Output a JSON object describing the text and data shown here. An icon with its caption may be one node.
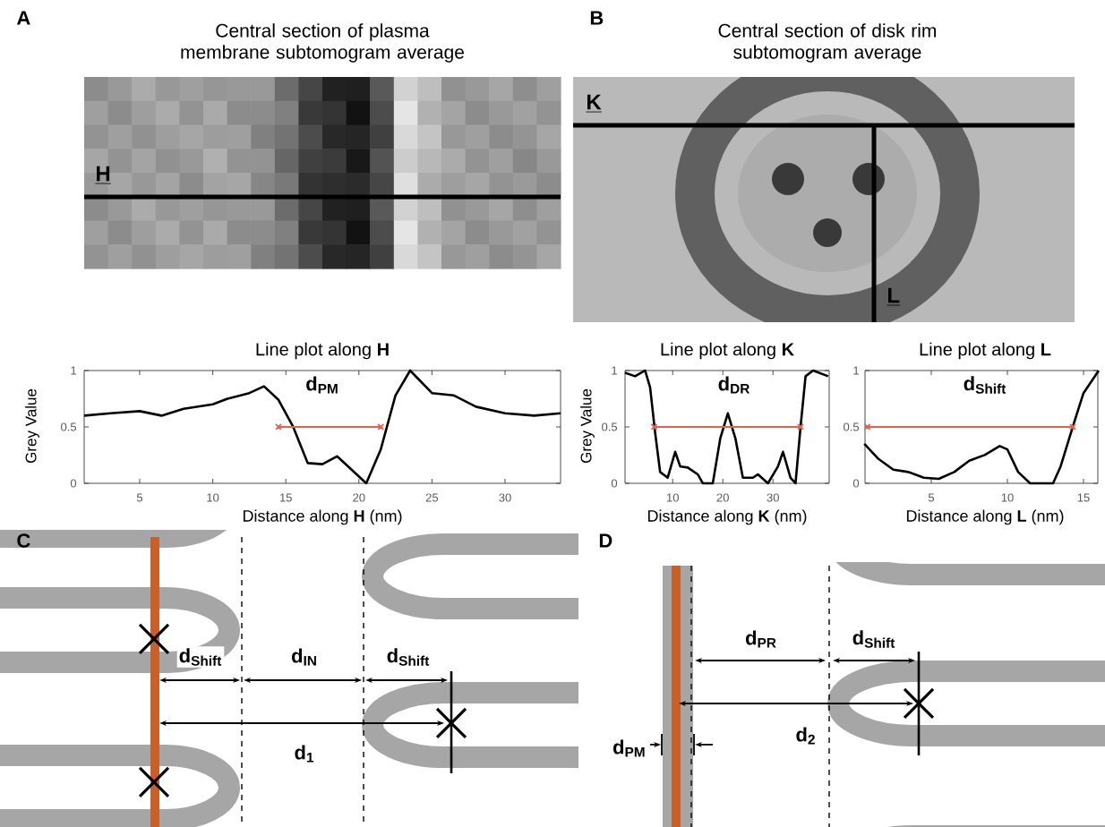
{
  "diagram": {
    "labels": [
      "A",
      "Central section of plasma membrane subtomogram average",
      "H",
      "B",
      "Central section of disk rim subtomogram average",
      "K",
      "L",
      "Line plot along **H**",
      "Grey Value",
      "1",
      "0.5",
      "0",
      "d$_{PM}$",
      "5",
      "10",
      "15",
      "20",
      "25",
      "30",
      "Distance along **H** (nm)",
      "Line plot along **K**",
      "Line plot along **L**",
      "Grey Value",
      "1",
      "0.5",
      "0",
      "d$_{DR}$",
      "10",
      "20",
      "30",
      "Distance along **K** (nm)",
      "1",
      "0.5",
      "0",
      "d$_{Shift}$",
      "5",
      "10",
      "15",
      "Distance along **L** (nm)",
      "C",
      "d$_{Shift}$",
      "d$_{IN}$",
      "d$_{Shift}$",
      "d$_{1}$",
      "D",
      "d$_{PR}$",
      "d$_{Shift}$",
      "d$_{PM}$",
      "d$_{2}$"
    ]
  }
}
